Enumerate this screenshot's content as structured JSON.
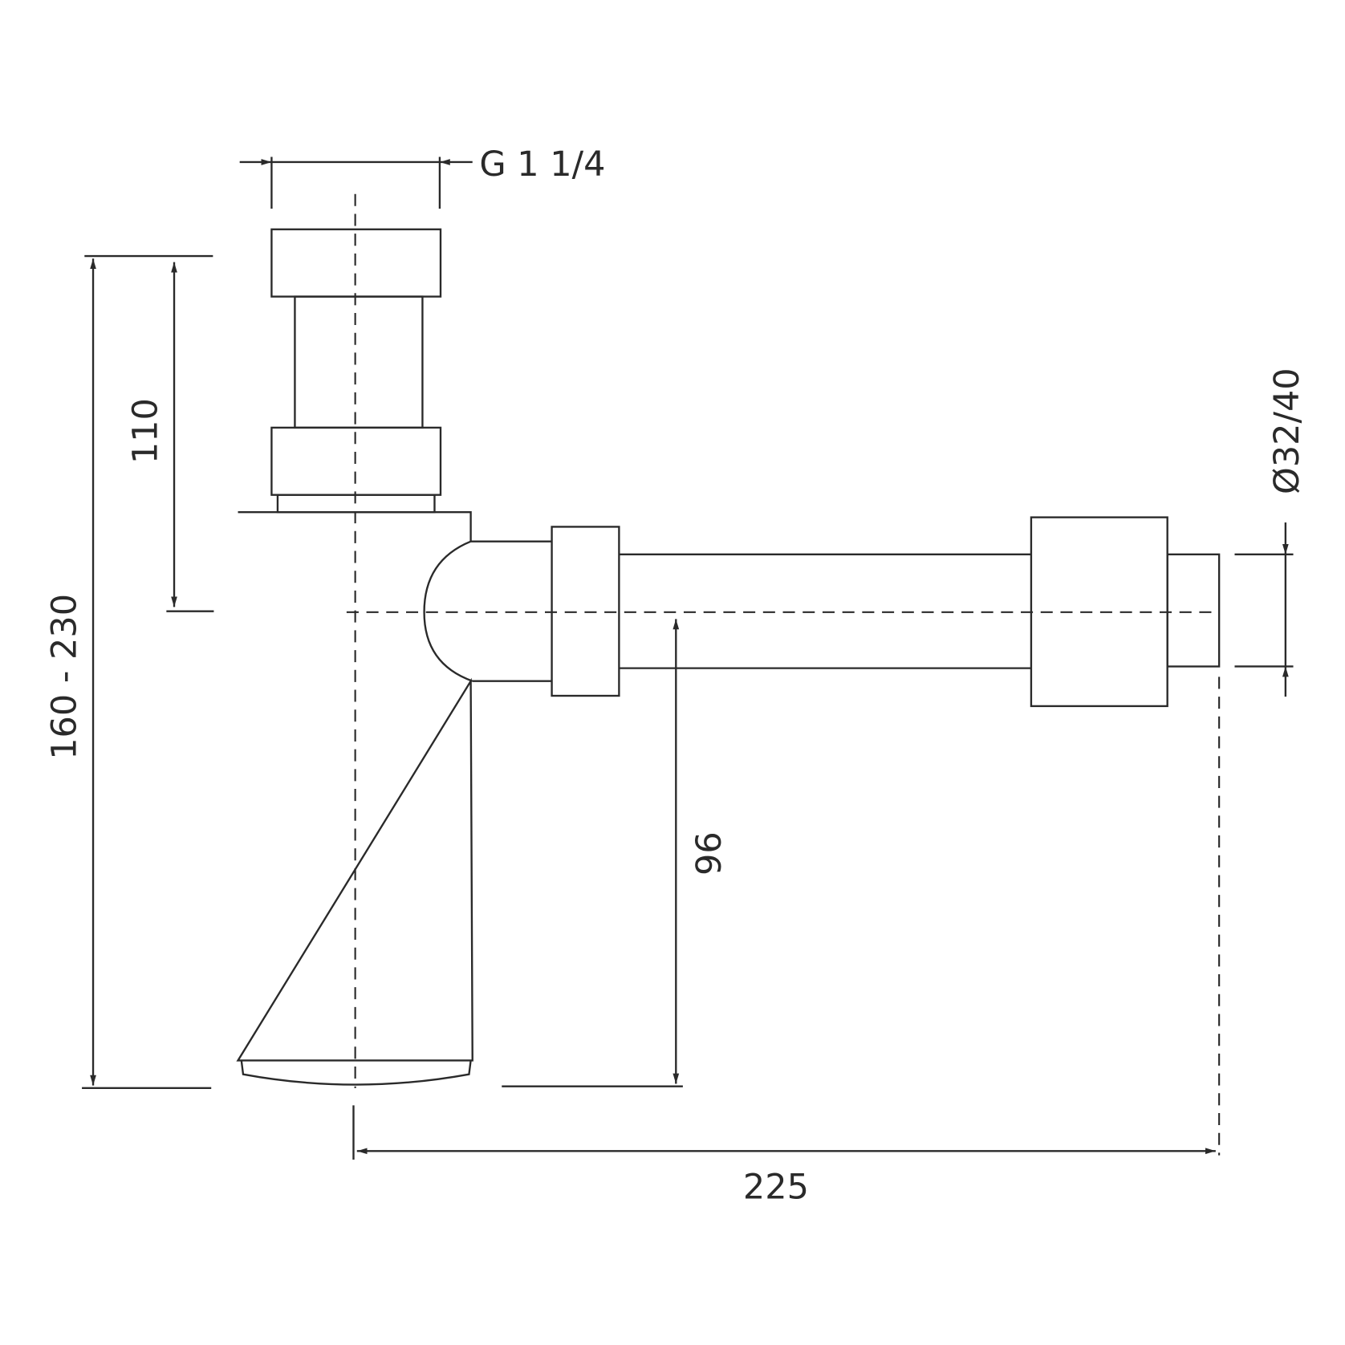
{
  "dimensions": {
    "thread": "G 1 1/4",
    "inlet_height": "110",
    "total_height": "160 - 230",
    "outlet_height": "96",
    "outlet_diameter": "Ø32/40",
    "outlet_length": "225"
  },
  "colors": {
    "line": "#2a2a2a",
    "background": "#ffffff"
  }
}
